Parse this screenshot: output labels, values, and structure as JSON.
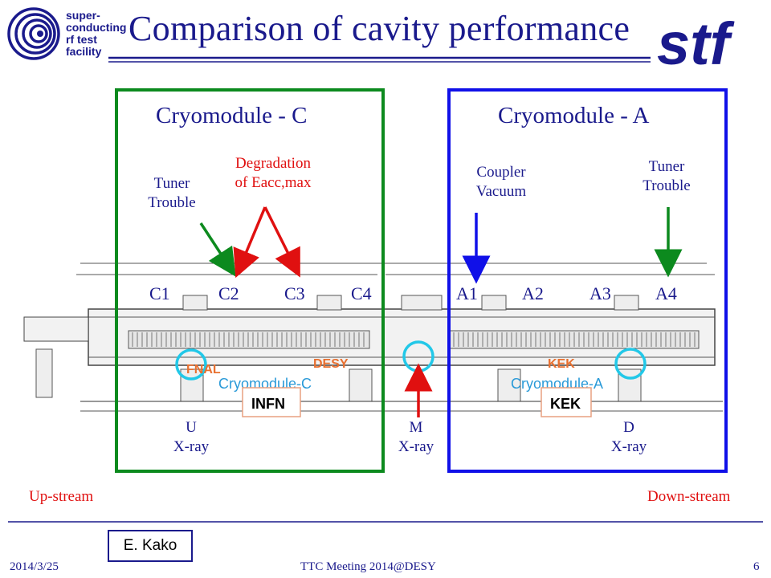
{
  "header": {
    "title": "Comparison of cavity performance",
    "logo_lines": [
      "super-",
      "conducting",
      "rf  test",
      "facility"
    ],
    "brand_mark": "stf"
  },
  "modules": {
    "c_label": "Cryomodule - C",
    "a_label": "Cryomodule - A"
  },
  "notes": {
    "tuner_c": [
      "Tuner",
      "Trouble"
    ],
    "degradation": [
      "Degradation",
      "of Eacc,max"
    ],
    "coupler": [
      "Coupler",
      "Vacuum"
    ],
    "tuner_a": [
      "Tuner",
      "Trouble"
    ]
  },
  "cavities": [
    "C1",
    "C2",
    "C3",
    "C4",
    "A1",
    "A2",
    "A3",
    "A4"
  ],
  "drawing_labels": {
    "fnal": "FNAL",
    "desy": "DESY",
    "kek_top": "KEK",
    "cryomodule_c": "Cryomodule-C",
    "cryomodule_a": "Cryomodule-A",
    "infn": "INFN",
    "kek_bottom": "KEK"
  },
  "xray": {
    "u": [
      "U",
      "X-ray"
    ],
    "m": [
      "M",
      "X-ray"
    ],
    "d": [
      "D",
      "X-ray"
    ]
  },
  "streams": {
    "up": "Up-stream",
    "down": "Down-stream"
  },
  "footer": {
    "author": "E. Kako",
    "date": "2014/3/25",
    "meeting": "TTC Meeting 2014@DESY",
    "page": "6"
  },
  "colors": {
    "text_blue": "#1a1a8c",
    "green": "#0c8a1e",
    "blue": "#1010e8",
    "red": "#e01010",
    "cyan": "#22c8e8",
    "orange": "#e87030"
  }
}
